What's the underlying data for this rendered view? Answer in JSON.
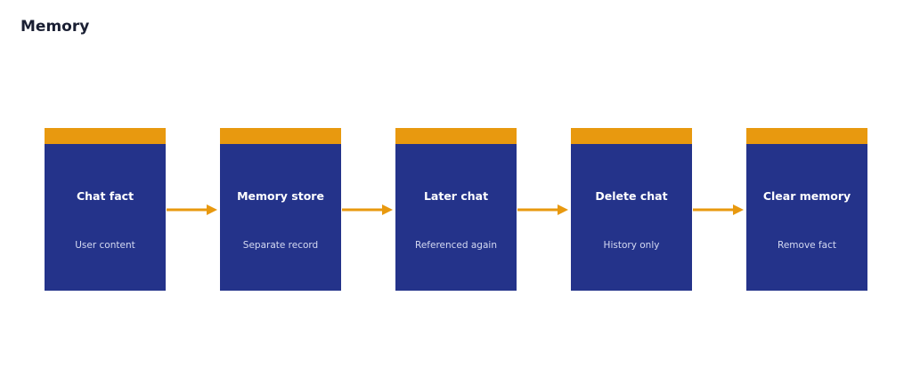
{
  "title": "Memory",
  "colors": {
    "box": "#24338a",
    "cap": "#e8990f",
    "arrow": "#e8990f",
    "title_text": "#ffffff",
    "sub_text": "#d5daf2"
  },
  "steps": [
    {
      "title": "Chat fact",
      "subtitle": "User content"
    },
    {
      "title": "Memory store",
      "subtitle": "Separate record"
    },
    {
      "title": "Later chat",
      "subtitle": "Referenced again"
    },
    {
      "title": "Delete chat",
      "subtitle": "History only"
    },
    {
      "title": "Clear memory",
      "subtitle": "Remove fact"
    }
  ]
}
